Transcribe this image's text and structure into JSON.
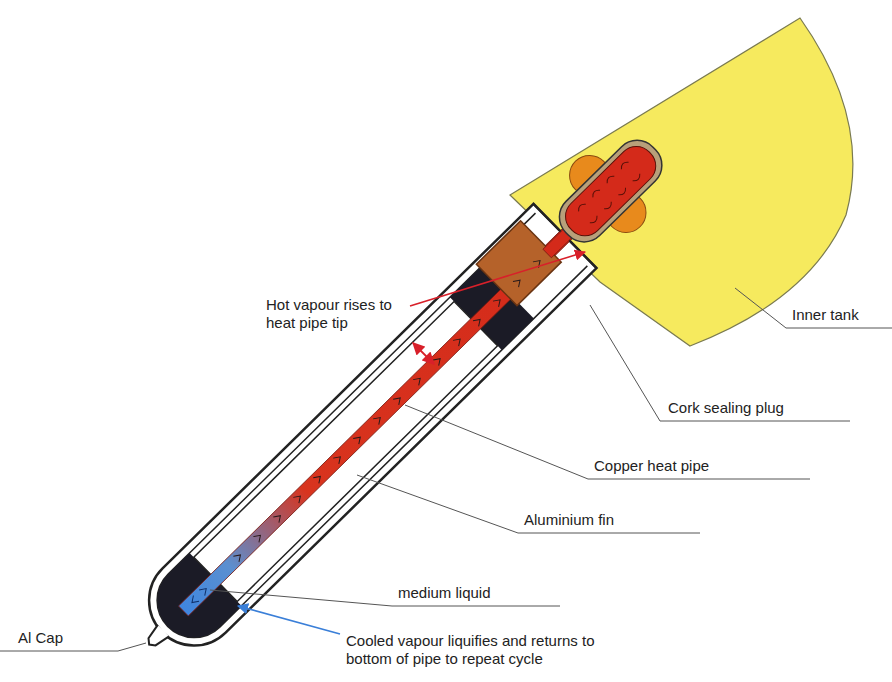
{
  "diagram": {
    "labels": [
      "Hot vapour rises to heat pipe tip",
      "Inner tank",
      "Cork sealing plug",
      "Copper heat pipe",
      "Aluminium fin",
      "medium liquid",
      "Al Cap",
      "Cooled vapour liquifies and returns to bottom of pipe to repeat cycle"
    ]
  }
}
